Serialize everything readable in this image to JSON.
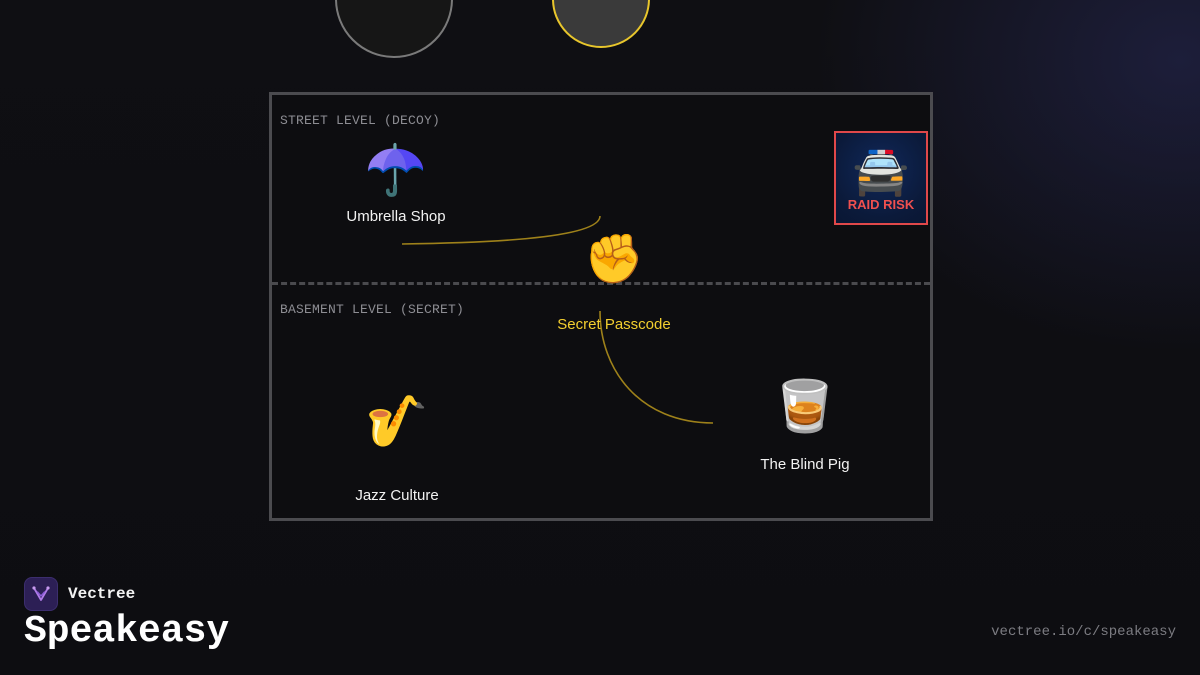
{
  "diagram": {
    "levels": {
      "street": "STREET LEVEL (DECOY)",
      "basement": "BASEMENT LEVEL (SECRET)"
    },
    "nodes": {
      "umbrella": {
        "icon": "umbrella-icon",
        "emoji": "☂️",
        "label": "Umbrella Shop"
      },
      "passcode": {
        "icon": "raised-fist-icon",
        "emoji": "✊",
        "label": "Secret Passcode"
      },
      "sax": {
        "icon": "saxophone-icon",
        "emoji": "🎷",
        "label": "Jazz Culture"
      },
      "bar": {
        "icon": "whiskey-glass-icon",
        "emoji": "🥃",
        "label": "The Blind Pig"
      }
    },
    "raid": {
      "icon": "police-car-icon",
      "emoji": "🚔",
      "label": "RAID RISK"
    },
    "colors": {
      "accent": "#f3cf2f",
      "connector": "#b8961c",
      "raid": "#f0504f",
      "frame": "#4b4b4f"
    }
  },
  "footer": {
    "brand": "Vectree",
    "title": "Speakeasy",
    "url": "vectree.io/c/speakeasy"
  }
}
